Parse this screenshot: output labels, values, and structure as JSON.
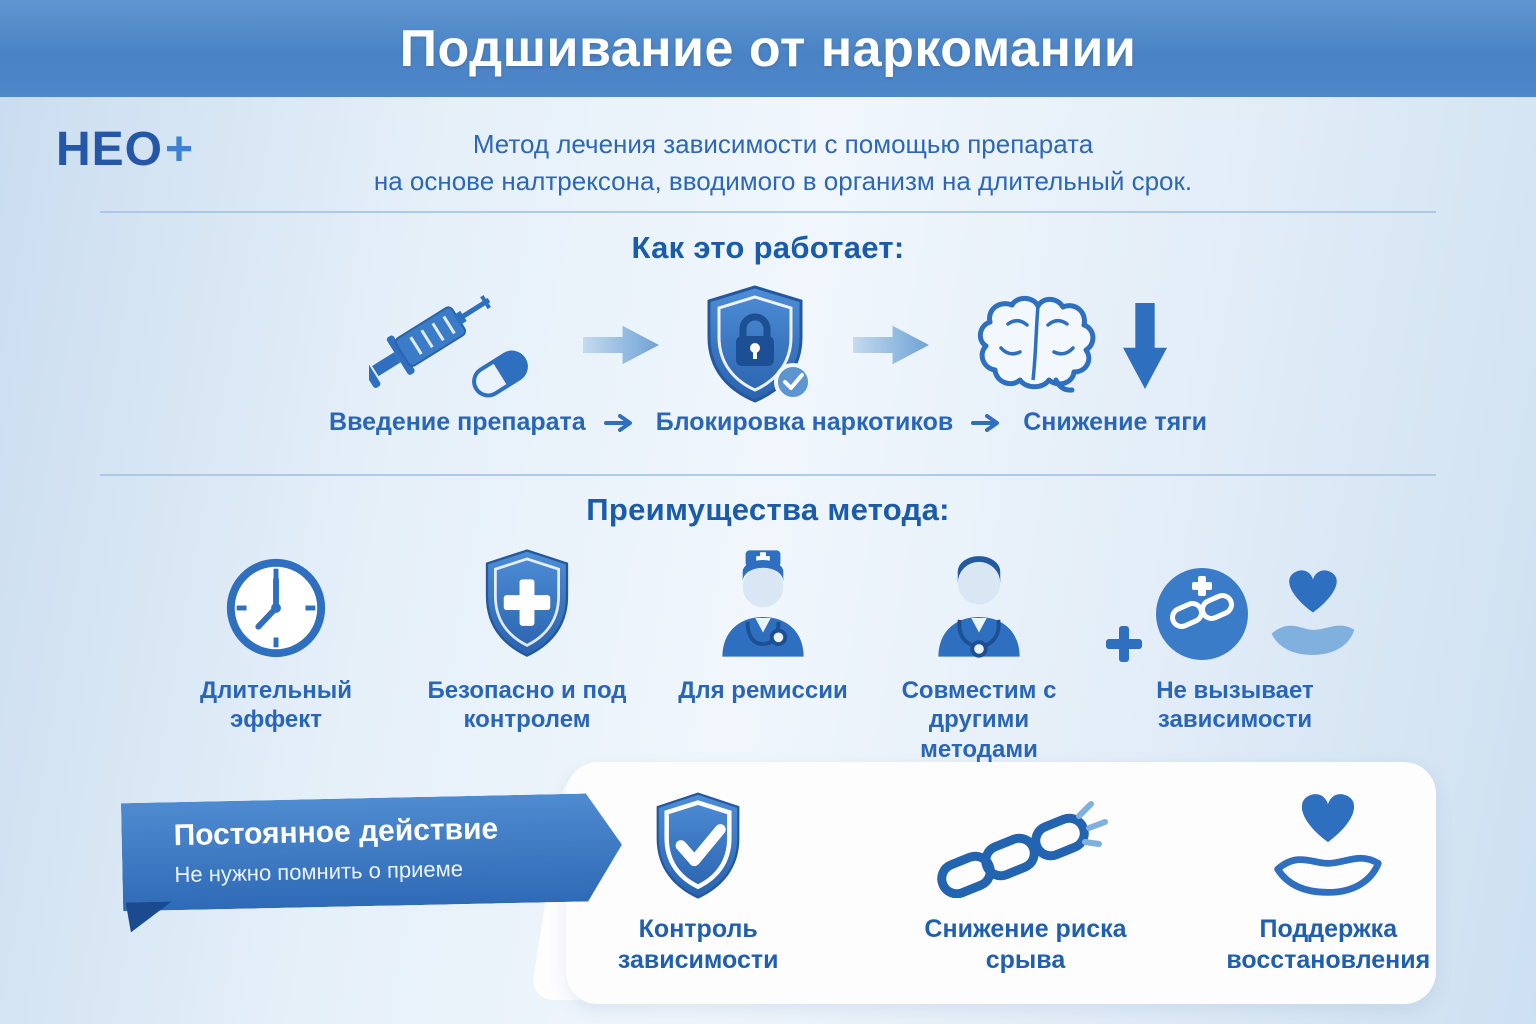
{
  "header": {
    "title": "Подшивание от наркомании"
  },
  "intro": {
    "logo_text": "НЕО",
    "logo_plus": "+",
    "line1": "Метод лечения зависимости с помощью препарата",
    "line2": "на основе налтрексона, вводимого в организм на длительный срок."
  },
  "how_it_works": {
    "heading": "Как это работает:",
    "steps": [
      {
        "label": "Введение препарата",
        "icon": "syringe-pill-icon"
      },
      {
        "label": "Блокировка наркотиков",
        "icon": "shield-lock-icon"
      },
      {
        "label": "Снижение тяги",
        "icon": "brain-decrease-icon"
      }
    ]
  },
  "benefits": {
    "heading": "Преимущества метода:",
    "items": [
      {
        "label": "Длительный эффект",
        "icon": "clock-icon"
      },
      {
        "label": "Безопасно и под контролем",
        "icon": "shield-cross-icon"
      },
      {
        "label": "Для ремиссии",
        "icon": "doctor-cap-icon"
      },
      {
        "label": "Совместим с другими методами",
        "icon": "doctor-stethoscope-icon"
      },
      {
        "label": "Не вызывает зависимости",
        "icon": "plus-chain-hand-heart-icon"
      }
    ]
  },
  "bottom": {
    "ribbon": {
      "title": "Постоянное действие",
      "subtitle": "Не нужно помнить о приеме"
    },
    "items": [
      {
        "label": "Контроль зависимости",
        "icon": "shield-check-icon"
      },
      {
        "label": "Снижение риска срыва",
        "icon": "broken-chain-icon"
      },
      {
        "label": "Поддержка восстановления",
        "icon": "hand-heart-icon"
      }
    ]
  },
  "colors": {
    "header_blue": "#4a83c5",
    "accent_blue": "#2f6fbf",
    "text_blue": "#2a66b8",
    "heading_blue": "#1a5caa",
    "dark_navy": "#1d4f94",
    "background": "#e4eef8",
    "panel_white": "#fdfdfe"
  }
}
